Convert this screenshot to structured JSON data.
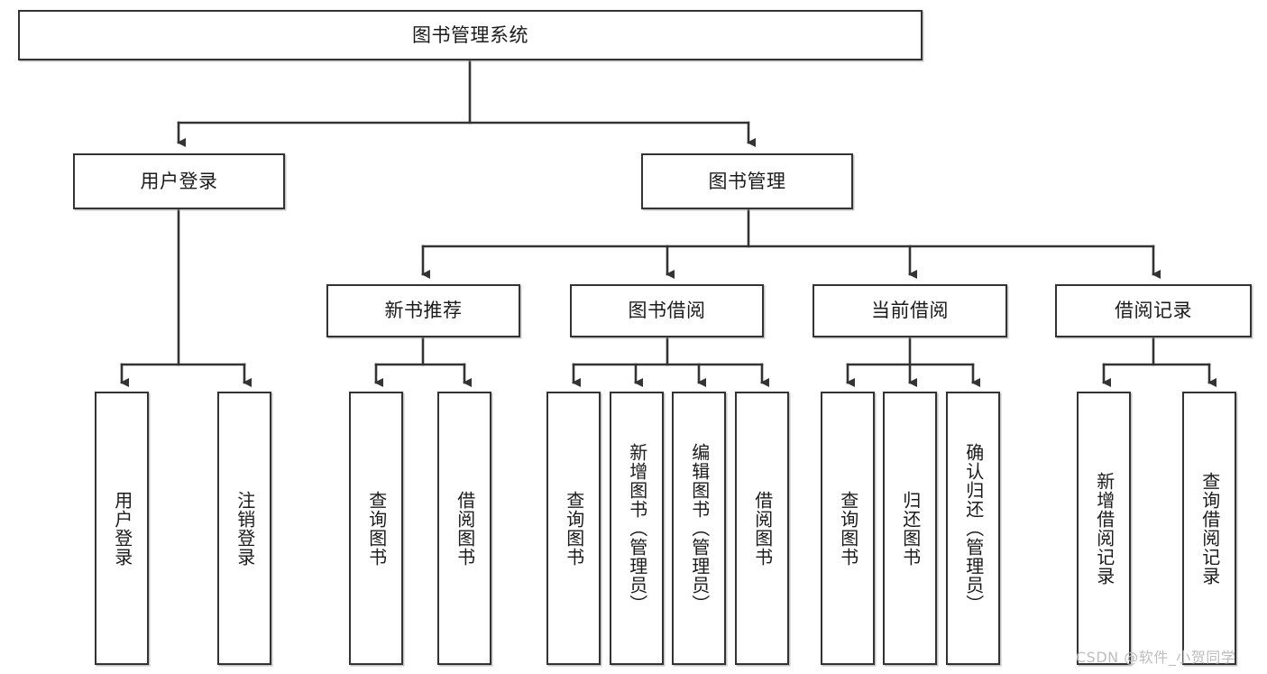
{
  "diagram": {
    "type": "tree-hierarchy",
    "title": "图书管理系统",
    "colors": {
      "box_border": "#333333",
      "box_fill": "#ffffff",
      "connector": "#333333",
      "text": "#1b1b1b",
      "watermark": "#bdbdbd"
    },
    "nodes": {
      "root": {
        "label": "图书管理系统",
        "level": 1
      },
      "l2": [
        {
          "id": "user_login",
          "label": "用户登录",
          "level": 2
        },
        {
          "id": "book_manage",
          "label": "图书管理",
          "level": 2
        }
      ],
      "l3": [
        {
          "id": "new_book_rec",
          "label": "新书推荐",
          "level": 3,
          "parent": "book_manage"
        },
        {
          "id": "book_borrow",
          "label": "图书借阅",
          "level": 3,
          "parent": "book_manage"
        },
        {
          "id": "current_borrow",
          "label": "当前借阅",
          "level": 3,
          "parent": "book_manage"
        },
        {
          "id": "borrow_record",
          "label": "借阅记录",
          "level": 3,
          "parent": "book_manage"
        }
      ],
      "leaves": [
        {
          "id": "leaf_user_login",
          "label": "用户登录",
          "parent": "user_login"
        },
        {
          "id": "leaf_logout",
          "label": "注销登录",
          "parent": "user_login"
        },
        {
          "id": "leaf_query_book_1",
          "label": "查询图书",
          "parent": "new_book_rec"
        },
        {
          "id": "leaf_borrow_book_1",
          "label": "借阅图书",
          "parent": "new_book_rec"
        },
        {
          "id": "leaf_query_book_2",
          "label": "查询图书",
          "parent": "book_borrow"
        },
        {
          "id": "leaf_add_book",
          "label": "新增图书（管理员）",
          "parent": "book_borrow"
        },
        {
          "id": "leaf_edit_book",
          "label": "编辑图书（管理员）",
          "parent": "book_borrow"
        },
        {
          "id": "leaf_borrow_book_2",
          "label": "借阅图书",
          "parent": "book_borrow"
        },
        {
          "id": "leaf_query_book_3",
          "label": "查询图书",
          "parent": "current_borrow"
        },
        {
          "id": "leaf_return_book",
          "label": "归还图书",
          "parent": "current_borrow"
        },
        {
          "id": "leaf_confirm_return",
          "label": "确认归还（管理员）",
          "parent": "current_borrow"
        },
        {
          "id": "leaf_add_record",
          "label": "新增借阅记录",
          "parent": "borrow_record"
        },
        {
          "id": "leaf_query_record",
          "label": "查询借阅记录",
          "parent": "borrow_record"
        }
      ]
    }
  },
  "watermark": {
    "text": "CSDN @软件_小贺同学"
  }
}
